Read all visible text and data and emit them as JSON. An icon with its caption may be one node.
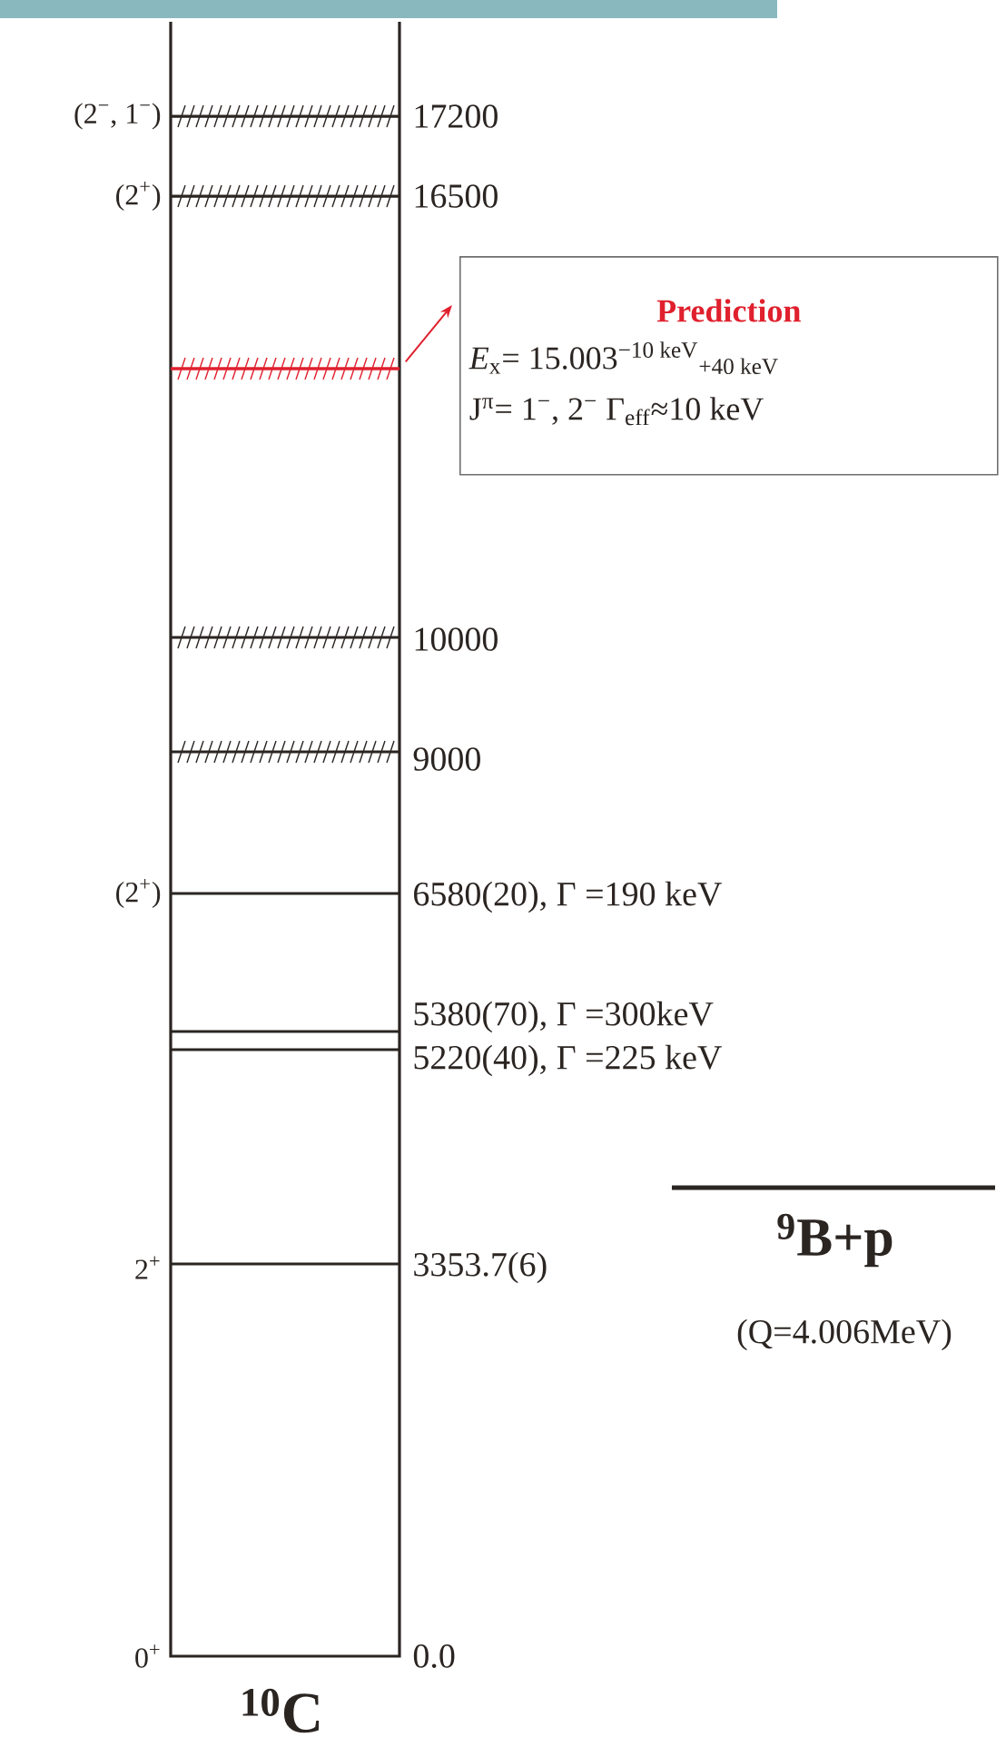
{
  "diagram": {
    "nodes": [
      {
        "text": [
          "Prediction",
          "*E*$_{x}$= 15.003$^{−10 keV}$$_{+40 keV}$",
          "J$^{π}$= 1$^{−}$, 2$^{−}$ Γ$_{eff}$≈10 keV"
        ]
      },
      {
        "text": [],
        "shape": "bar"
      }
    ],
    "edges": [
      {
        "from": 1,
        "to": 0,
        "arrow": "to",
        "color": "#e0202e"
      }
    ],
    "labels": [
      "(2$^{−}$, 1$^{−}$)",
      "17200",
      "(2$^{+}$)",
      "16500",
      "10000",
      "9000",
      "(2$^{+}$)",
      "6580(20), Γ =190 keV",
      "5380(70), Γ =300keV",
      "5220(40), Γ =225 keV",
      "$^{9}$B+p",
      "2$^{+}$",
      "3353.7(6)",
      "(Q=4.006MeV)",
      "0$^{+}$",
      "0.0",
      "$^{10}$C"
    ]
  }
}
